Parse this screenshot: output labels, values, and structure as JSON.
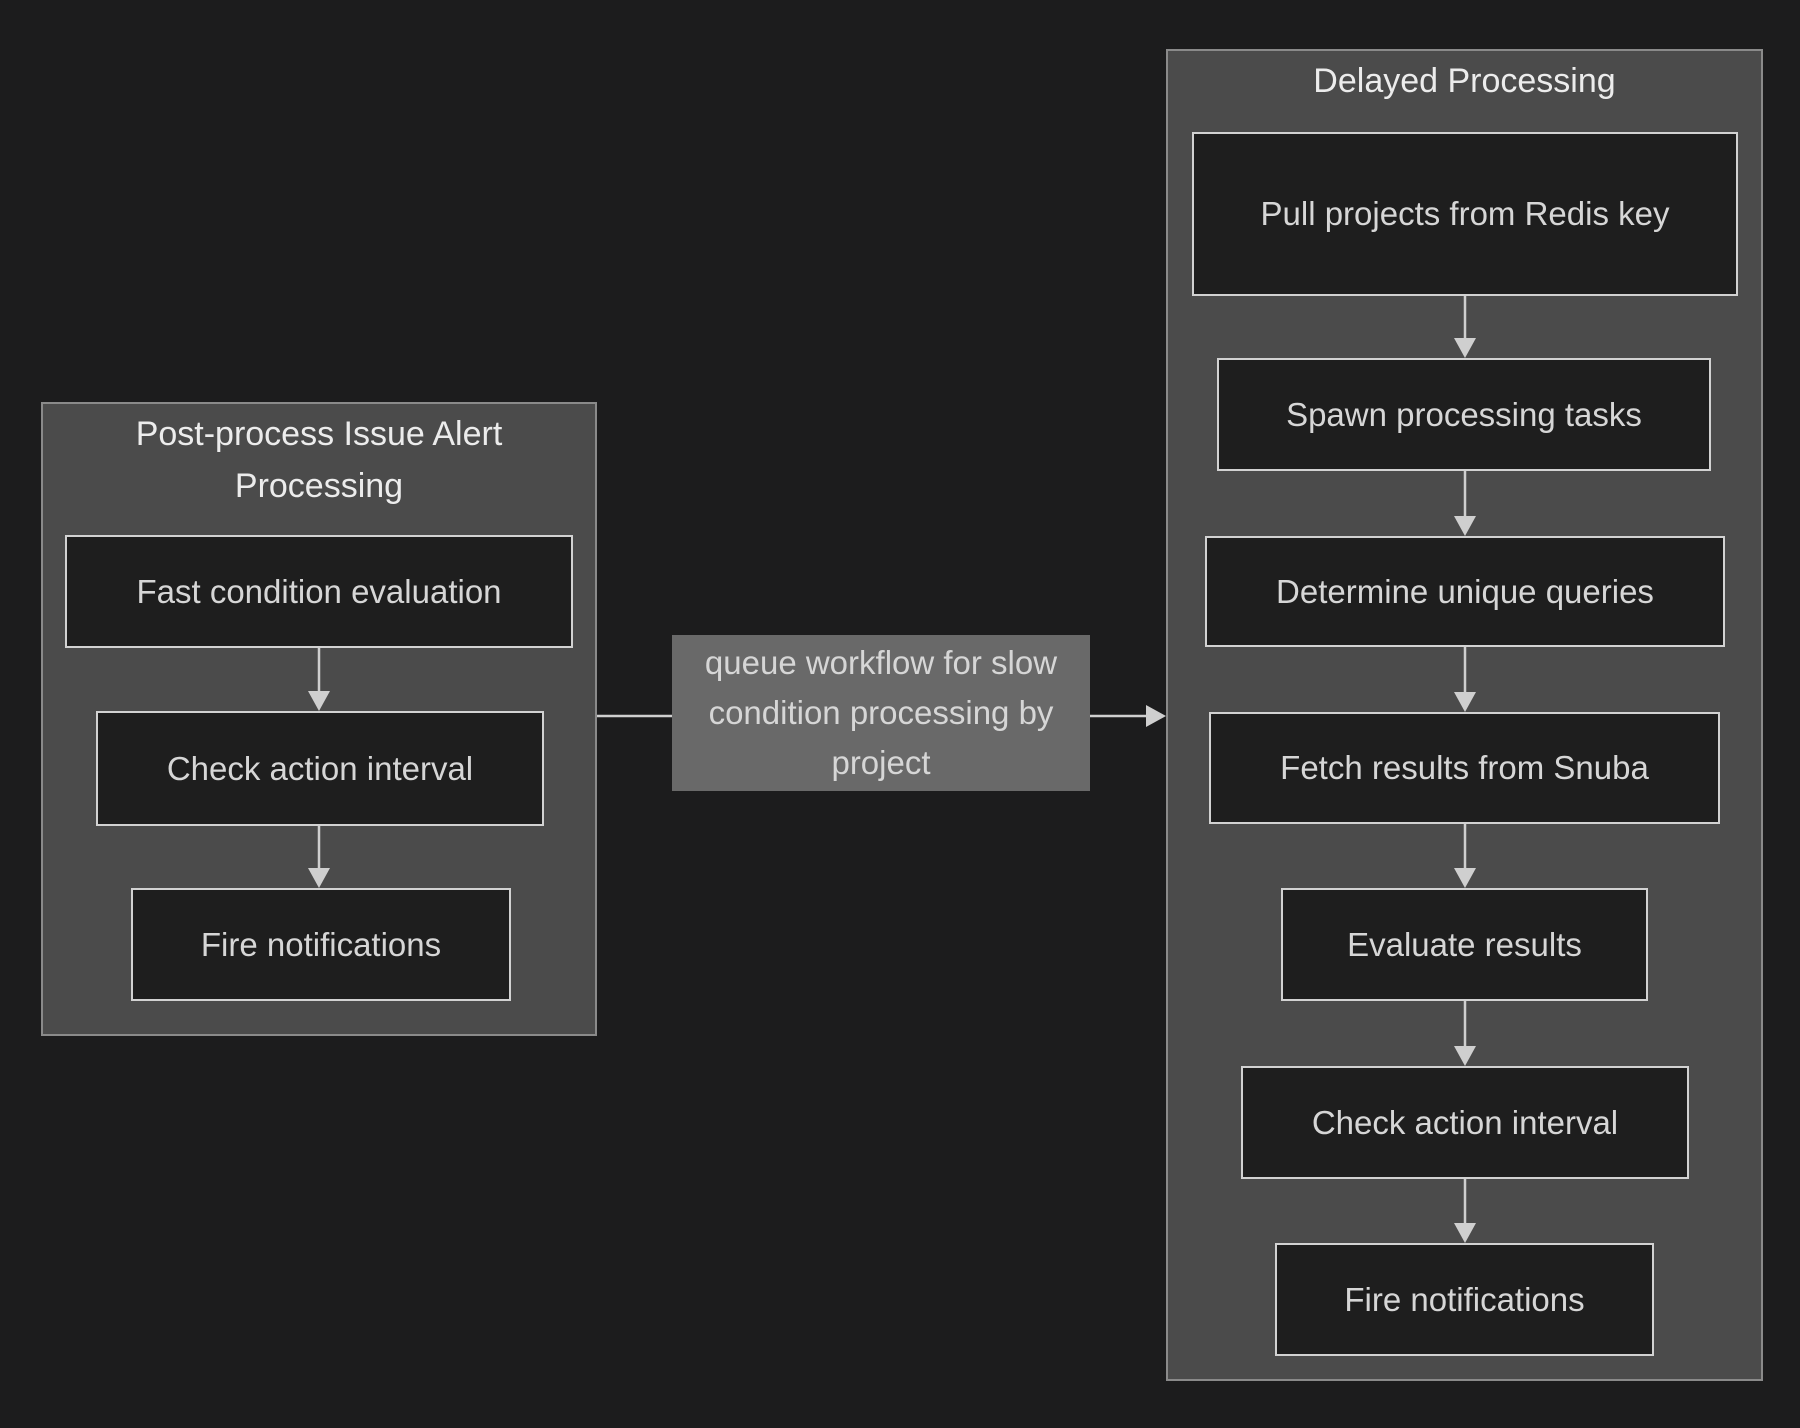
{
  "colors": {
    "background": "#1c1c1d",
    "cluster_fill": "#4b4b4b",
    "cluster_border": "#8a8a8a",
    "node_fill": "#1e1e1e",
    "node_border": "#d2d2d2",
    "node_text": "#d6d6d6",
    "title_text": "#ececec",
    "edge_color": "#cfcfcf",
    "edge_label_bg": "#696969",
    "edge_label_text": "#d6d6d6"
  },
  "diagram": {
    "type": "flowchart",
    "clusters": [
      {
        "id": "post-process-issue-alert-processing",
        "title": "Post-process Issue Alert Processing",
        "nodes": [
          "Fast condition evaluation",
          "Check action interval",
          "Fire notifications"
        ]
      },
      {
        "id": "delayed-processing",
        "title": "Delayed Processing",
        "nodes": [
          "Pull projects from Redis key",
          "Spawn processing tasks",
          "Determine unique queries",
          "Fetch results from Snuba",
          "Evaluate results",
          "Check action interval",
          "Fire notifications"
        ]
      }
    ],
    "edges": {
      "cross_cluster_label": "queue workflow for slow condition processing by project"
    }
  }
}
